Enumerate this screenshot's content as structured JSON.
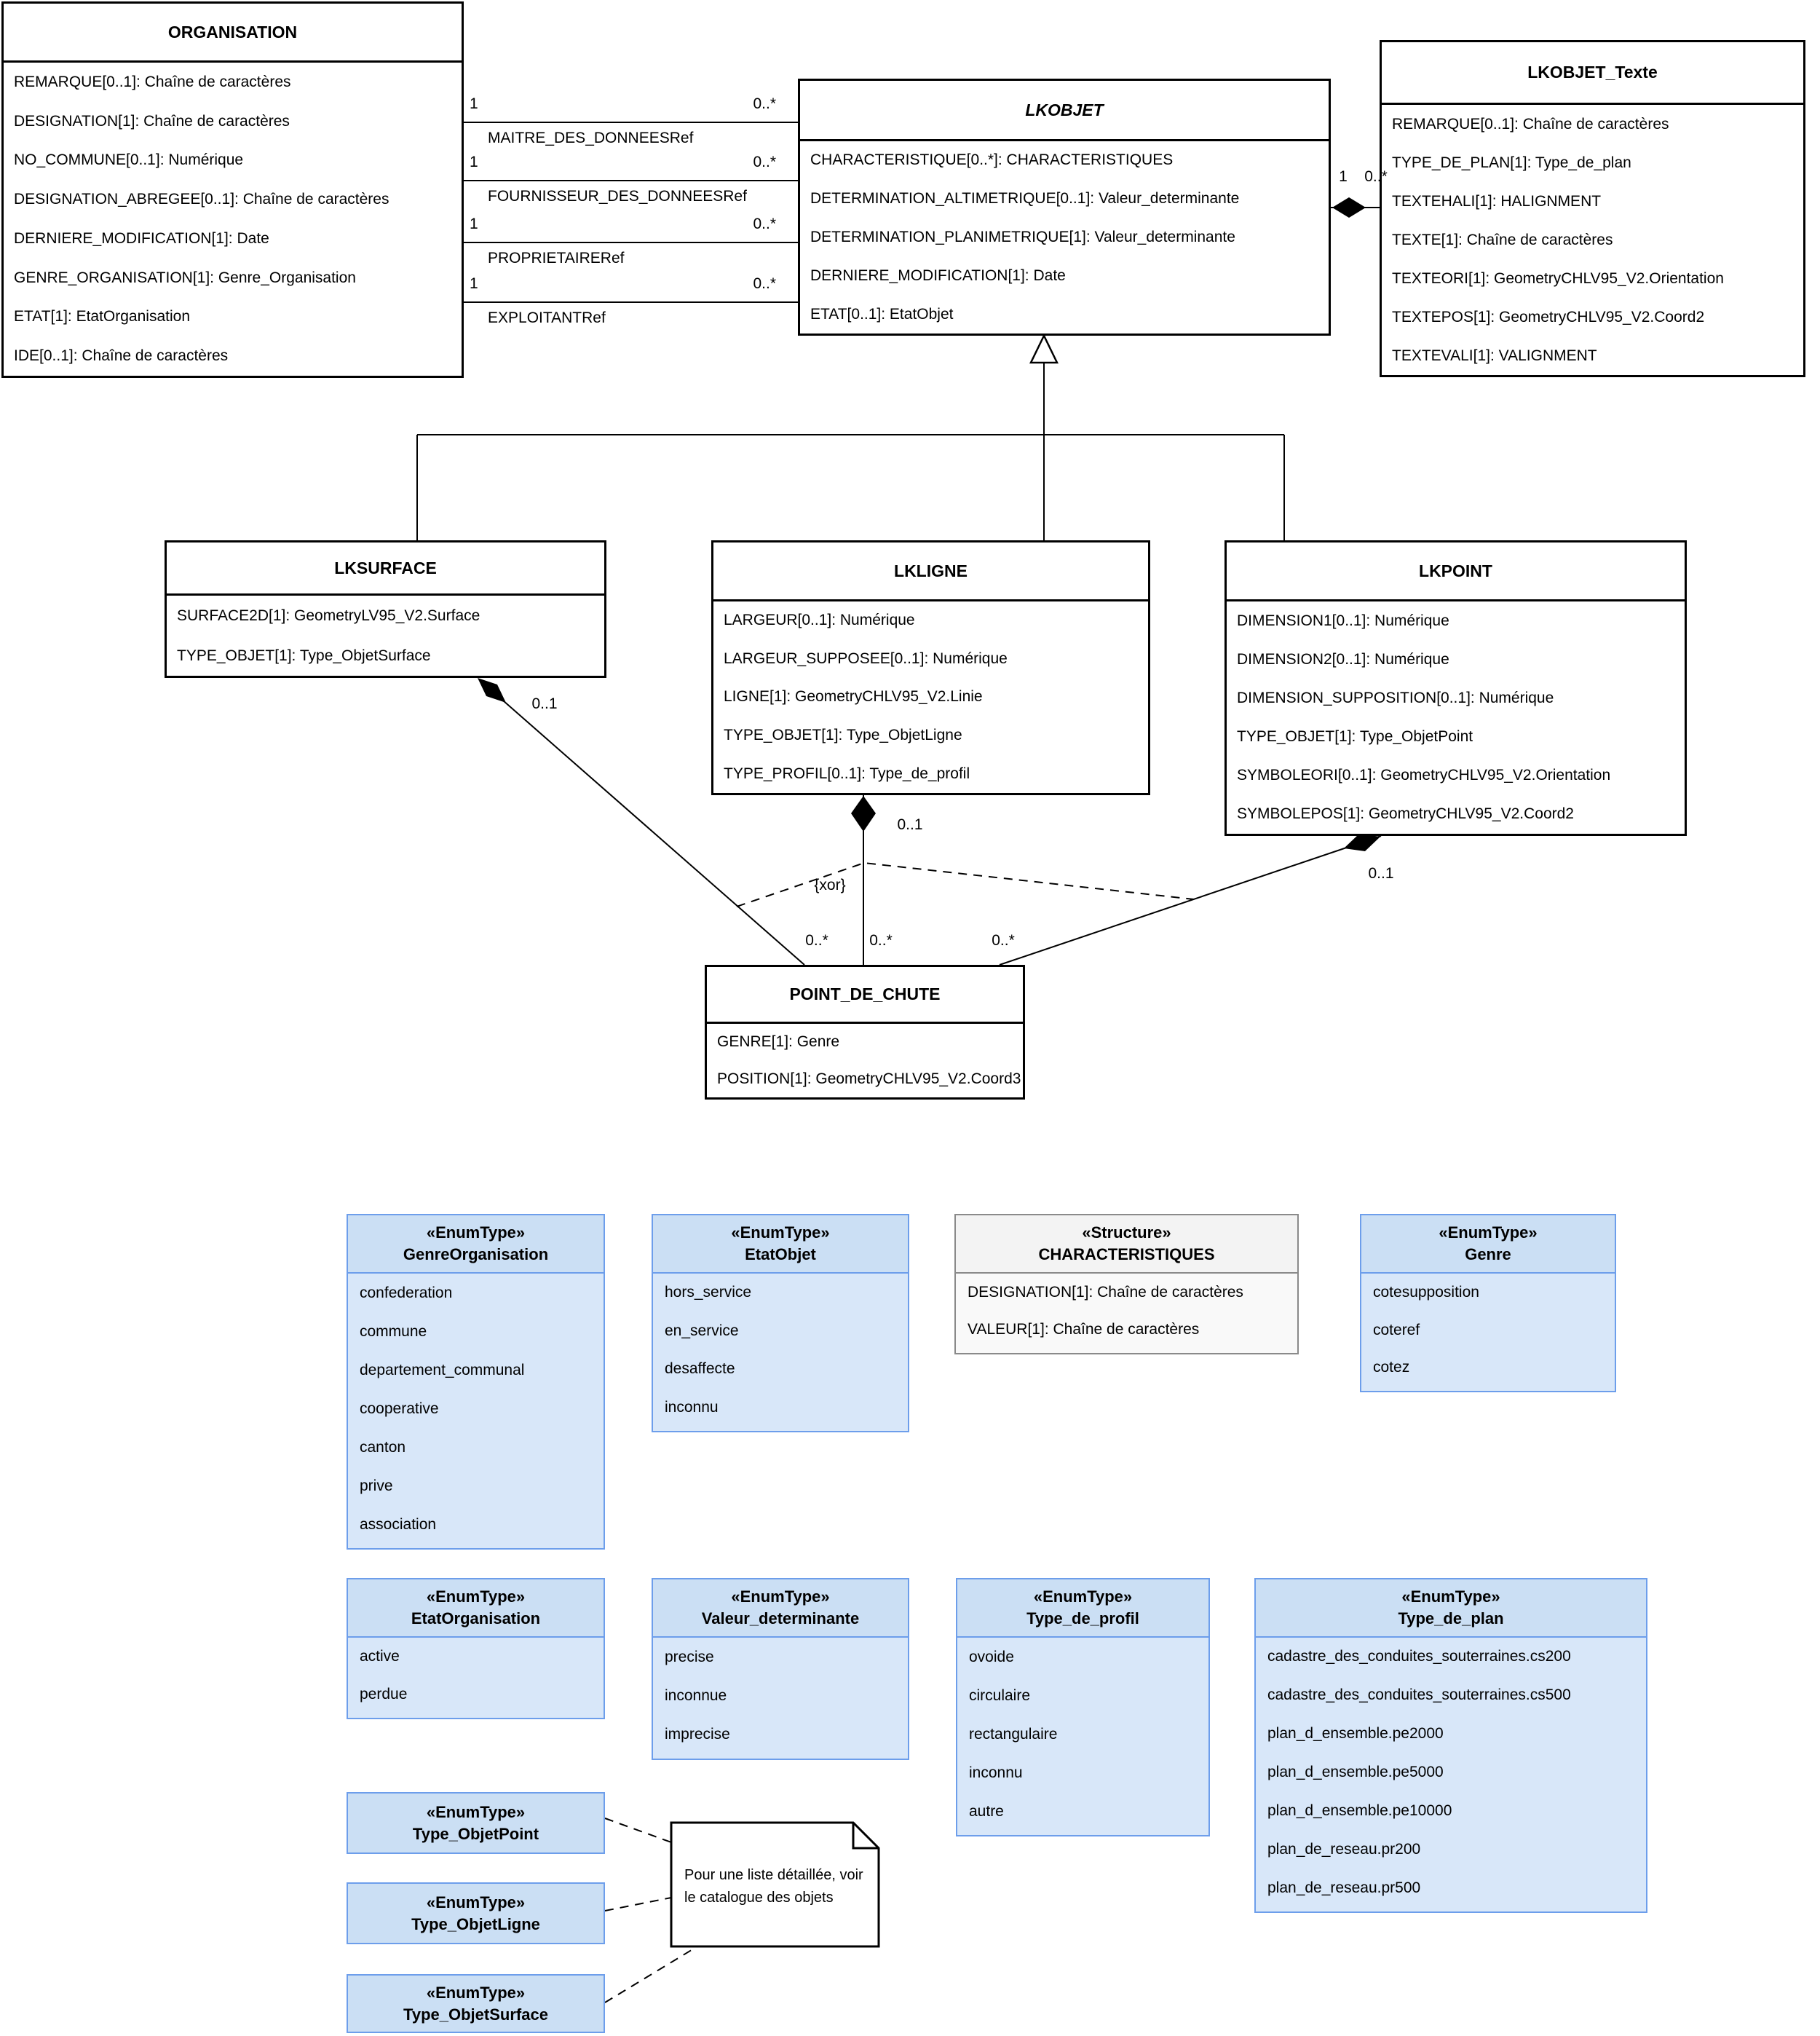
{
  "classes": {
    "organisation": {
      "title": "ORGANISATION",
      "attrs": [
        "REMARQUE[0..1]: Chaîne de caractères",
        "DESIGNATION[1]: Chaîne de caractères",
        "NO_COMMUNE[0..1]: Numérique",
        "DESIGNATION_ABREGEE[0..1]: Chaîne de caractères",
        "DERNIERE_MODIFICATION[1]: Date",
        "GENRE_ORGANISATION[1]: Genre_Organisation",
        "ETAT[1]: EtatOrganisation",
        "IDE[0..1]: Chaîne de caractères"
      ]
    },
    "lkobjet": {
      "title": "LKOBJET",
      "attrs": [
        "CHARACTERISTIQUE[0..*]: CHARACTERISTIQUES",
        "DETERMINATION_ALTIMETRIQUE[0..1]: Valeur_determinante",
        "DETERMINATION_PLANIMETRIQUE[1]: Valeur_determinante",
        "DERNIERE_MODIFICATION[1]: Date",
        "ETAT[0..1]: EtatObjet"
      ]
    },
    "lkobjet_texte": {
      "title": "LKOBJET_Texte",
      "attrs": [
        "REMARQUE[0..1]: Chaîne de caractères",
        "TYPE_DE_PLAN[1]: Type_de_plan",
        "TEXTEHALI[1]: HALIGNMENT",
        "TEXTE[1]: Chaîne de caractères",
        "TEXTEORI[1]: GeometryCHLV95_V2.Orientation",
        "TEXTEPOS[1]: GeometryCHLV95_V2.Coord2",
        "TEXTEVALI[1]: VALIGNMENT"
      ]
    },
    "lksurface": {
      "title": "LKSURFACE",
      "attrs": [
        "SURFACE2D[1]: GeometryLV95_V2.Surface",
        "TYPE_OBJET[1]: Type_ObjetSurface"
      ]
    },
    "lkligne": {
      "title": "LKLIGNE",
      "attrs": [
        "LARGEUR[0..1]: Numérique",
        "LARGEUR_SUPPOSEE[0..1]: Numérique",
        "LIGNE[1]: GeometryCHLV95_V2.Linie",
        "TYPE_OBJET[1]: Type_ObjetLigne",
        "TYPE_PROFIL[0..1]: Type_de_profil"
      ]
    },
    "lkpoint": {
      "title": "LKPOINT",
      "attrs": [
        "DIMENSION1[0..1]: Numérique",
        "DIMENSION2[0..1]: Numérique",
        "DIMENSION_SUPPOSITION[0..1]: Numérique",
        "TYPE_OBJET[1]: Type_ObjetPoint",
        "SYMBOLEORI[0..1]: GeometryCHLV95_V2.Orientation",
        "SYMBOLEPOS[1]: GeometryCHLV95_V2.Coord2"
      ]
    },
    "point_de_chute": {
      "title": "POINT_DE_CHUTE",
      "attrs": [
        "GENRE[1]: Genre",
        "POSITION[1]: GeometryCHLV95_V2.Coord3"
      ]
    }
  },
  "enums": {
    "genre_organisation": {
      "stereotype": "«EnumType»",
      "name": "GenreOrganisation",
      "values": [
        "confederation",
        "commune",
        "departement_communal",
        "cooperative",
        "canton",
        "prive",
        "association"
      ]
    },
    "etat_objet": {
      "stereotype": "«EnumType»",
      "name": "EtatObjet",
      "values": [
        "hors_service",
        "en_service",
        "desaffecte",
        "inconnu"
      ]
    },
    "genre": {
      "stereotype": "«EnumType»",
      "name": "Genre",
      "values": [
        "cotesupposition",
        "coteref",
        "cotez"
      ]
    },
    "etat_organisation": {
      "stereotype": "«EnumType»",
      "name": "EtatOrganisation",
      "values": [
        "active",
        "perdue"
      ]
    },
    "valeur_determinante": {
      "stereotype": "«EnumType»",
      "name": "Valeur_determinante",
      "values": [
        "precise",
        "inconnue",
        "imprecise"
      ]
    },
    "type_de_profil": {
      "stereotype": "«EnumType»",
      "name": "Type_de_profil",
      "values": [
        "ovoide",
        "circulaire",
        "rectangulaire",
        "inconnu",
        "autre"
      ]
    },
    "type_de_plan": {
      "stereotype": "«EnumType»",
      "name": "Type_de_plan",
      "values": [
        "cadastre_des_conduites_souterraines.cs200",
        "cadastre_des_conduites_souterraines.cs500",
        "plan_d_ensemble.pe2000",
        "plan_d_ensemble.pe5000",
        "plan_d_ensemble.pe10000",
        "plan_de_reseau.pr200",
        "plan_de_reseau.pr500"
      ]
    },
    "type_objet_point": {
      "stereotype": "«EnumType»",
      "name": "Type_ObjetPoint"
    },
    "type_objet_ligne": {
      "stereotype": "«EnumType»",
      "name": "Type_ObjetLigne"
    },
    "type_objet_surface": {
      "stereotype": "«EnumType»",
      "name": "Type_ObjetSurface"
    }
  },
  "structure": {
    "stereotype": "«Structure»",
    "name": "CHARACTERISTIQUES",
    "attrs": [
      "DESIGNATION[1]: Chaîne de caractères",
      "VALEUR[1]: Chaîne de caractères"
    ]
  },
  "relations": {
    "maitre": {
      "name": "MAITRE_DES_DONNEESRef",
      "source_mult": "1",
      "target_mult": "0..*"
    },
    "fournisseur": {
      "name": "FOURNISSEUR_DES_DONNEESRef",
      "source_mult": "1",
      "target_mult": "0..*"
    },
    "proprietaire": {
      "name": "PROPRIETAIRERef",
      "source_mult": "1",
      "target_mult": "0..*"
    },
    "exploitant": {
      "name": "EXPLOITANTRef",
      "source_mult": "1",
      "target_mult": "0..*"
    },
    "texte_comp": {
      "source_mult": "1",
      "target_mult": "0..*"
    },
    "surface_comp": {
      "source_mult": "0..1",
      "target_mult": "0..*"
    },
    "ligne_comp": {
      "source_mult": "0..1",
      "target_mult": "0..*"
    },
    "point_comp": {
      "source_mult": "0..1",
      "target_mult": "0..*"
    },
    "xor": "{xor}"
  },
  "note": {
    "text": "Pour une liste détaillée, voir le catalogue des objets"
  },
  "colors": {
    "enum-border": "#6d9eeb",
    "enum-header": "#cbdff4",
    "enum-body": "#d8e7f9",
    "structure-border": "#8a8a8a",
    "structure-header": "#f3f3f3",
    "structure-body": "#f9f9f9",
    "line": "#000000"
  }
}
